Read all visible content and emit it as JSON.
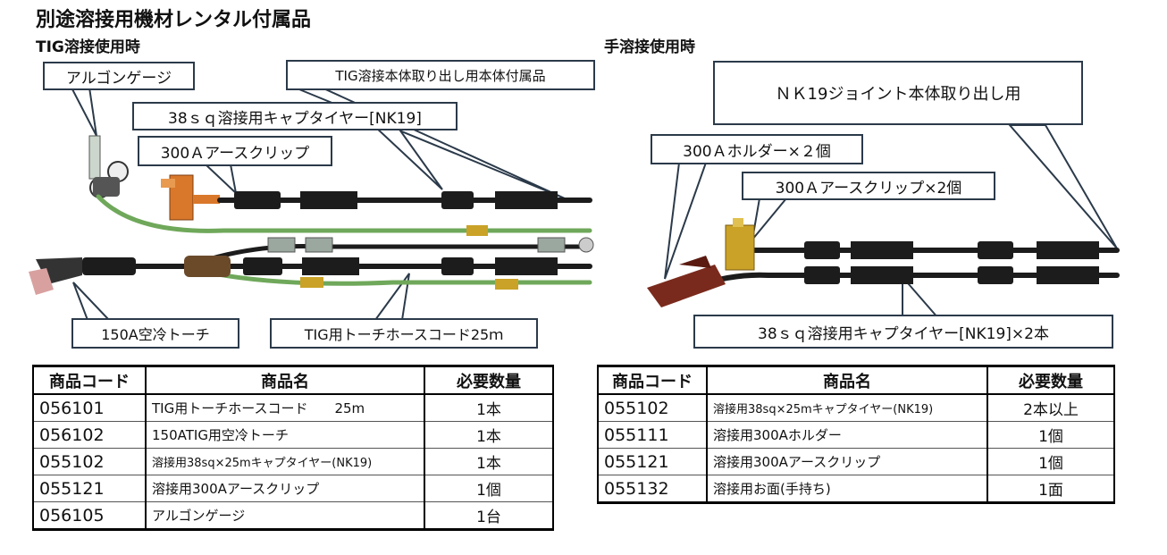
{
  "page_title": "別途溶接用機材レンタル付属品",
  "left": {
    "subtitle": "TIG溶接使用時",
    "callouts": {
      "argon": "アルゴンゲージ",
      "tig_body": "TIG溶接本体取り出し用本体付属品",
      "cable38": "38ｓｑ溶接用キャプタイヤー[NK19]",
      "clip300": "300Ａアースクリップ",
      "torch150": "150A空冷トーチ",
      "hose25": "TIG用トーチホースコード25ｍ"
    },
    "table": {
      "headers": [
        "商品コード",
        "商品名",
        "必要数量"
      ],
      "rows": [
        {
          "code": "056101",
          "name": "TIG用トーチホースコード　　25m",
          "qty": "1本"
        },
        {
          "code": "056102",
          "name": "150ATIG用空冷トーチ",
          "qty": "1本"
        },
        {
          "code": "055102",
          "name": "溶接用38sq×25mキャプタイヤー(NK19)",
          "qty": "1本"
        },
        {
          "code": "055121",
          "name": "溶接用300Aアースクリップ",
          "qty": "1個"
        },
        {
          "code": "056105",
          "name": "アルゴンゲージ",
          "qty": "1台"
        }
      ]
    }
  },
  "right": {
    "subtitle": "手溶接使用時",
    "callouts": {
      "nk19": "ＮＫ19ジョイント本体取り出し用",
      "holder": "300Ａホルダー×２個",
      "clip": "300Ａアースクリップ×2個",
      "cable": "38ｓｑ溶接用キャプタイヤー[NK19]×2本"
    },
    "table": {
      "headers": [
        "商品コード",
        "商品名",
        "必要数量"
      ],
      "rows": [
        {
          "code": "055102",
          "name": "溶接用38sq×25mキャプタイヤー(NK19)",
          "qty": "2本以上"
        },
        {
          "code": "055111",
          "name": "溶接用300Aホルダー",
          "qty": "1個"
        },
        {
          "code": "055121",
          "name": "溶接用300Aアースクリップ",
          "qty": "1個"
        },
        {
          "code": "055132",
          "name": "溶接用お面(手持ち)",
          "qty": "1面"
        }
      ]
    }
  },
  "colors": {
    "cable": "#1c1c1c",
    "hose_green": "#6fa85a",
    "clamp_orange": "#d9782a",
    "clamp_gold": "#c9a227",
    "holder_red": "#7a2a1c",
    "callout_border": "#2b3a4a"
  }
}
